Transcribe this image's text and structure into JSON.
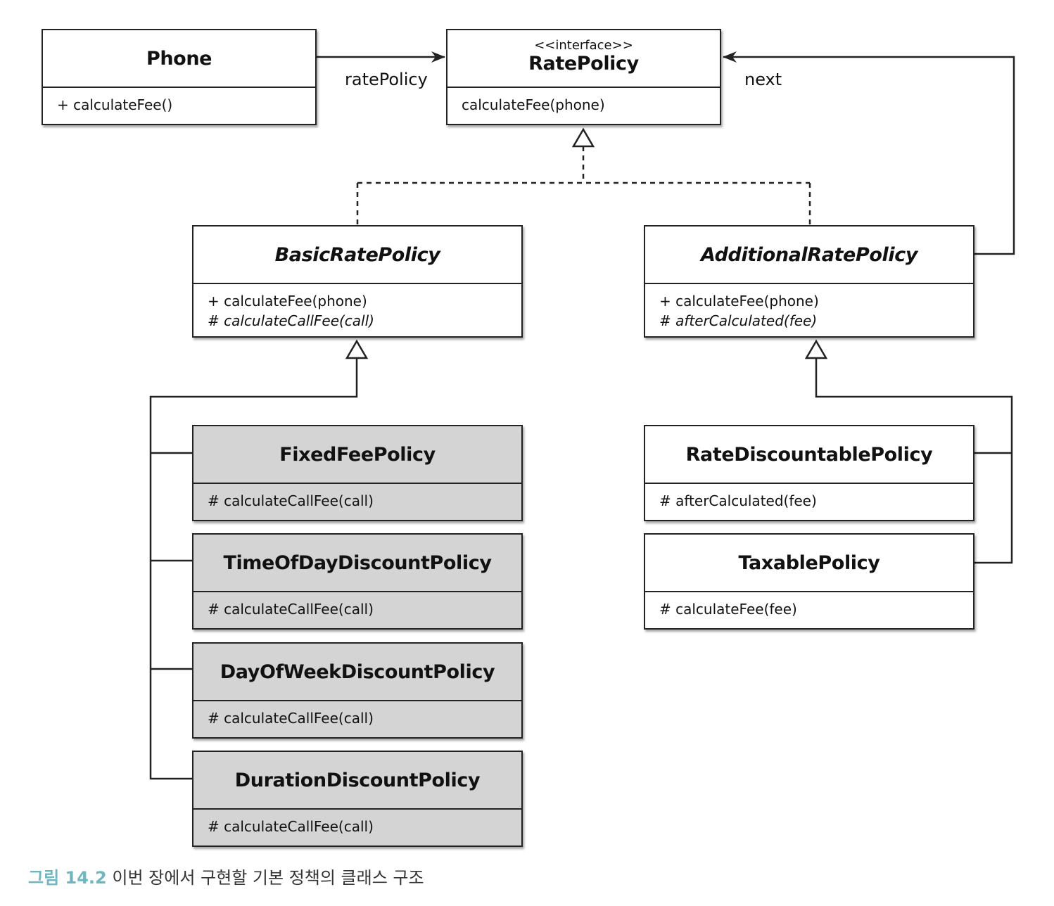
{
  "diagram": {
    "phone": {
      "name": "Phone",
      "operations": [
        "+ calculateFee()"
      ]
    },
    "rate_policy": {
      "stereotype": "<<interface>>",
      "name": "RatePolicy",
      "operations": [
        "calculateFee(phone)"
      ]
    },
    "basic_rate_policy": {
      "name": "BasicRatePolicy",
      "operations": [
        "+ calculateFee(phone)",
        "# calculateCallFee(call)"
      ]
    },
    "additional_rate_policy": {
      "name": "AdditionalRatePolicy",
      "operations": [
        "+ calculateFee(phone)",
        "# afterCalculated(fee)"
      ]
    },
    "fixed_fee_policy": {
      "name": "FixedFeePolicy",
      "operations": [
        "# calculateCallFee(call)"
      ]
    },
    "time_of_day_discount_policy": {
      "name": "TimeOfDayDiscountPolicy",
      "operations": [
        "# calculateCallFee(call)"
      ]
    },
    "day_of_week_discount_policy": {
      "name": "DayOfWeekDiscountPolicy",
      "operations": [
        "# calculateCallFee(call)"
      ]
    },
    "duration_discount_policy": {
      "name": "DurationDiscountPolicy",
      "operations": [
        "# calculateCallFee(call)"
      ]
    },
    "rate_discountable_policy": {
      "name": "RateDiscountablePolicy",
      "operations": [
        "# afterCalculated(fee)"
      ]
    },
    "taxable_policy": {
      "name": "TaxablePolicy",
      "operations": [
        "# calculateFee(fee)"
      ]
    },
    "labels": {
      "rate_policy_assoc": "ratePolicy",
      "next_assoc": "next"
    }
  },
  "caption": {
    "number": "그림 14.2",
    "text": "이번 장에서 구현할 기본 정책의 클래스 구조"
  },
  "colors": {
    "line": "#222222",
    "box_fill": "#ffffff",
    "concrete_fill": "#d4d4d4",
    "caption_accent": "#6fb7c0"
  }
}
